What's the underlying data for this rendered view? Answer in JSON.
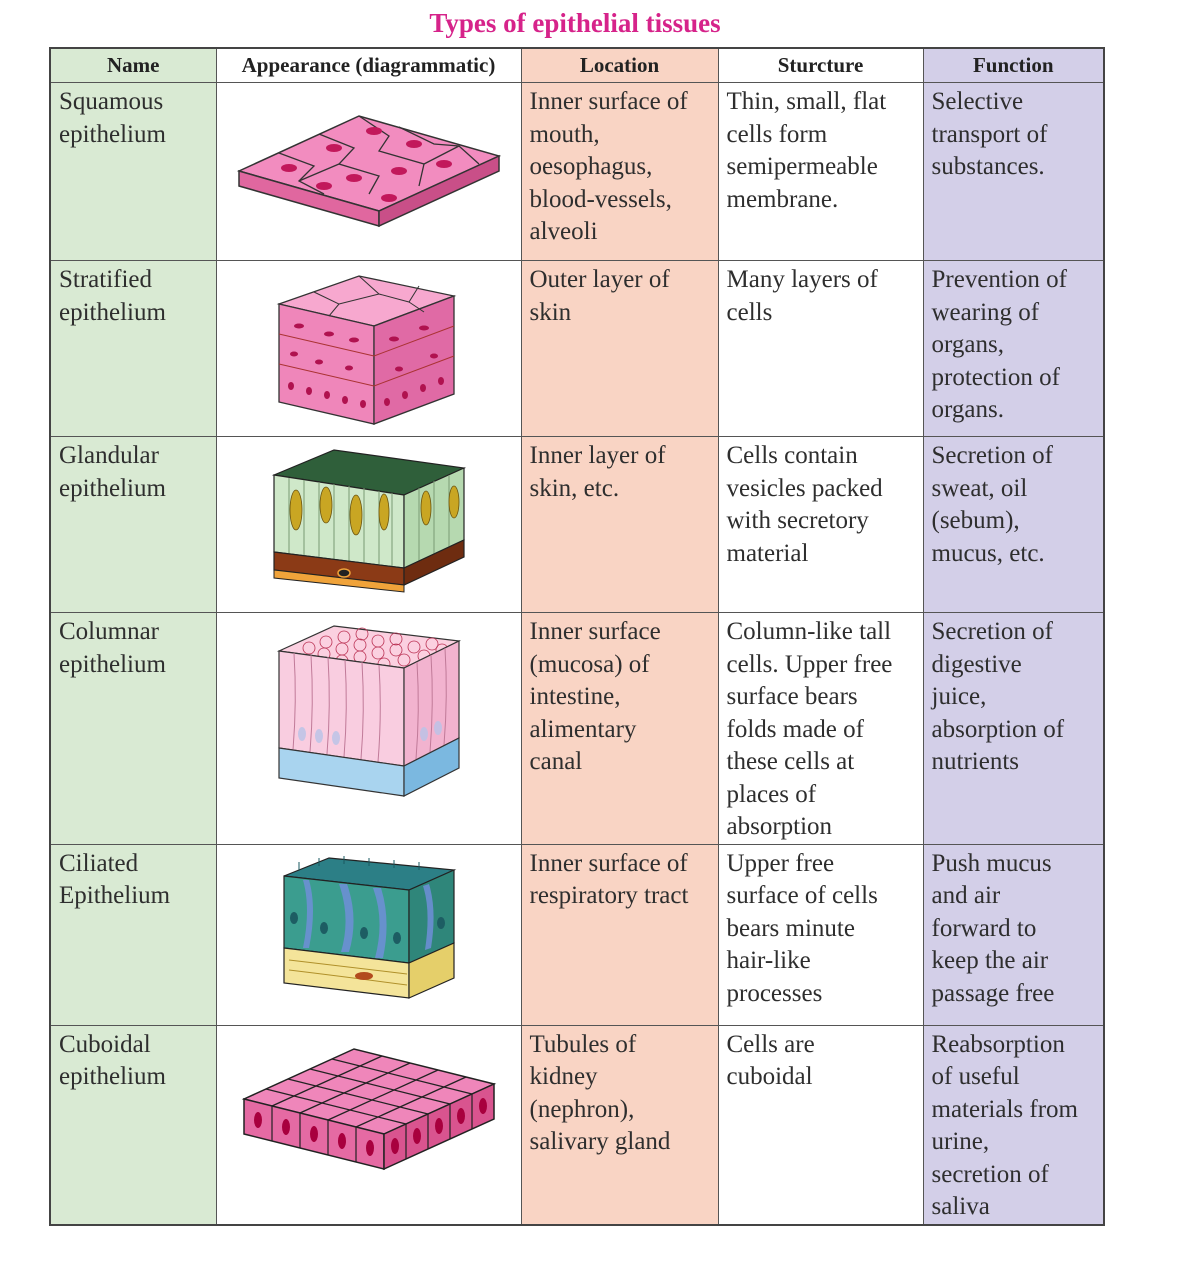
{
  "title": "Types of epithelial tissues",
  "headers": {
    "name": "Name",
    "appearance": "Appearance (diagrammatic)",
    "location": "Location",
    "structure": "Sturcture",
    "function": "Function"
  },
  "rows": [
    {
      "name": "Squamous\nepithelium",
      "illustration_icon": "squamous-tissue-illustration",
      "location": "Inner surface of\nmouth,\noesophagus,\nblood-vessels,\nalveoli",
      "structure": "Thin, small, flat\ncells form\nsemipermeable\nmembrane.",
      "function": "Selective\ntransport of\nsubstances."
    },
    {
      "name": "Stratified\nepithelium",
      "illustration_icon": "stratified-tissue-illustration",
      "location": "Outer layer of\nskin",
      "structure": "Many layers of\ncells",
      "function": "Prevention of\nwearing of\norgans,\nprotection of\norgans."
    },
    {
      "name": "Glandular\nepithelium",
      "illustration_icon": "glandular-tissue-illustration",
      "location": "Inner layer of\nskin, etc.",
      "structure": "Cells contain\nvesicles packed\nwith secretory\nmaterial",
      "function": "Secretion of\nsweat, oil\n(sebum),\nmucus, etc."
    },
    {
      "name": "Columnar\nepithelium",
      "illustration_icon": "columnar-tissue-illustration",
      "location": "Inner surface\n(mucosa) of\nintestine,\nalimentary\ncanal",
      "structure": "Column-like tall\ncells. Upper free\nsurface bears\nfolds made of\nthese cells at\nplaces of\nabsorption",
      "function": "Secretion of\ndigestive\njuice,\nabsorption of\nnutrients"
    },
    {
      "name": "Ciliated\nEpithelium",
      "illustration_icon": "ciliated-tissue-illustration",
      "location": "Inner surface of\nrespiratory tract",
      "structure": "Upper free\nsurface of cells\nbears minute\nhair-like\nprocesses",
      "function": "Push mucus\nand air\nforward to\nkeep the air\npassage free"
    },
    {
      "name": "Cuboidal\nepithelium",
      "illustration_icon": "cuboidal-tissue-illustration",
      "location": "Tubules of\nkidney\n(nephron),\nsalivary gland",
      "structure": "Cells are\ncuboidal",
      "function": "Reabsorption\nof useful\nmaterials from\nurine,\nsecretion of\nsaliva"
    }
  ],
  "colors": {
    "title": "#d6238a",
    "name_column": "#d9ead3",
    "location_column": "#f9d4c4",
    "function_column": "#d3cfe8",
    "tissue_pink": "#f28cbf",
    "tissue_nucleus": "#c2185b"
  }
}
